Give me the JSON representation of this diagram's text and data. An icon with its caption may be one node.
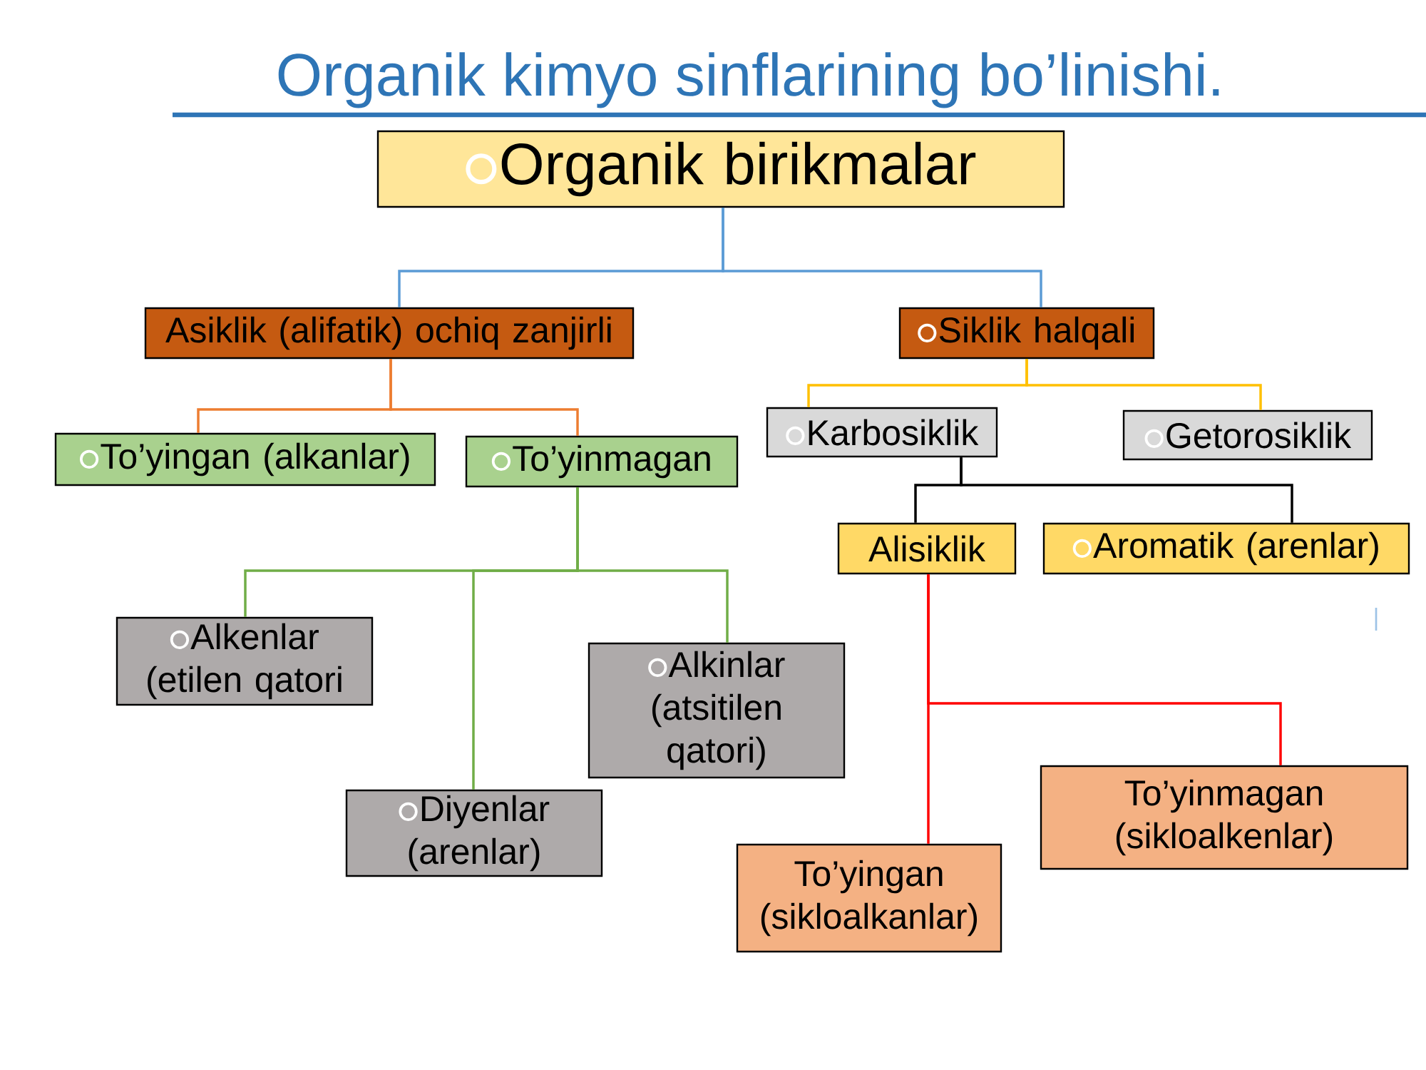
{
  "diagram": {
    "title": "Organik kimyo sinflarining bo’linishi.",
    "nodes": [
      {
        "text": [
          "Organik birikmalar"
        ]
      },
      {
        "text": [
          "Asiklik (alifatik) ochiq zanjirli"
        ]
      },
      {
        "text": [
          "Siklik halqali"
        ]
      },
      {
        "text": [
          "To’yingan (alkanlar)"
        ]
      },
      {
        "text": [
          "To’yinmagan"
        ]
      },
      {
        "text": [
          "Karbosiklik"
        ]
      },
      {
        "text": [
          "Getorosiklik"
        ]
      },
      {
        "text": [
          "Alisiklik"
        ]
      },
      {
        "text": [
          "Aromatik (arenlar)"
        ]
      },
      {
        "text": [
          "Alkenlar (etilen qatori"
        ]
      },
      {
        "text": [
          "Alkinlar (atsitilen qatori)"
        ]
      },
      {
        "text": [
          "Diyenlar (arenlar)"
        ]
      },
      {
        "text": [
          "To’yinmagan (sikloalkenlar)"
        ]
      },
      {
        "text": [
          "To’yingan (sikloalkanlar)"
        ]
      }
    ],
    "edges": [
      {
        "from": 0,
        "to": 1,
        "arrow": "none",
        "color": "#5b9bd5"
      },
      {
        "from": 0,
        "to": 2,
        "arrow": "none",
        "color": "#5b9bd5"
      },
      {
        "from": 1,
        "to": 3,
        "arrow": "none",
        "color": "#ed7d31"
      },
      {
        "from": 1,
        "to": 4,
        "arrow": "none",
        "color": "#ed7d31"
      },
      {
        "from": 2,
        "to": 5,
        "arrow": "none",
        "color": "#ffc000"
      },
      {
        "from": 2,
        "to": 6,
        "arrow": "none",
        "color": "#ffc000"
      },
      {
        "from": 5,
        "to": 7,
        "arrow": "none",
        "color": "#000000"
      },
      {
        "from": 5,
        "to": 8,
        "arrow": "none",
        "color": "#000000"
      },
      {
        "from": 4,
        "to": 9,
        "arrow": "none",
        "color": "#70ad47"
      },
      {
        "from": 4,
        "to": 11,
        "arrow": "none",
        "color": "#70ad47"
      },
      {
        "from": 4,
        "to": 10,
        "arrow": "none",
        "color": "#70ad47"
      },
      {
        "from": 7,
        "to": 13,
        "arrow": "none",
        "color": "#ff0000"
      },
      {
        "from": 7,
        "to": 12,
        "arrow": "none",
        "color": "#ff0000"
      }
    ]
  }
}
